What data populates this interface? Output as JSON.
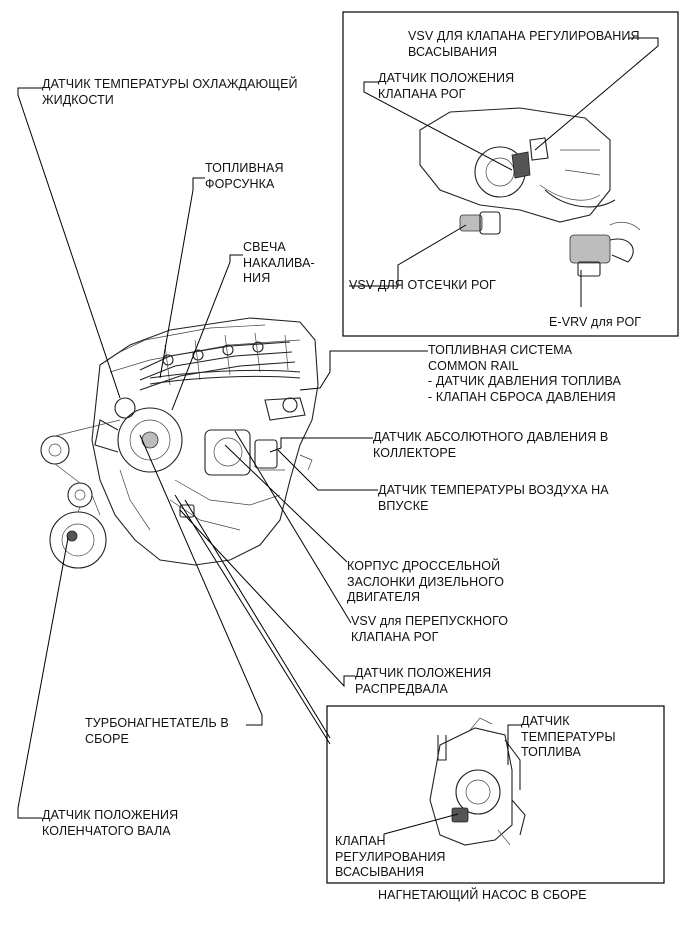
{
  "labels": {
    "coolant_temp_sensor": "ДАТЧИК ТЕМПЕРАТУРЫ ОХЛАЖДАЮЩЕЙ\nЖИДКОСТИ",
    "fuel_injector": "ТОПЛИВНАЯ\nФОРСУНКА",
    "glow_plug": "СВЕЧА\nНАКАЛИВА-\nНИЯ",
    "vsv_intake_valve": "VSV ДЛЯ КЛАПАНА РЕГУЛИРОВАНИЯ\nВСАСЫВАНИЯ",
    "egr_valve_position_sensor": "ДАТЧИК ПОЛОЖЕНИЯ\nКЛАПАНА РОГ",
    "vsv_egr_cutoff": "VSV ДЛЯ ОТСЕЧКИ РОГ",
    "evrv_egr": "E-VRV для РОГ",
    "common_rail": "ТОПЛИВНАЯ СИСТЕМА\nCOMMON RAIL\n- ДАТЧИК ДАВЛЕНИЯ ТОПЛИВА\n- КЛАПАН СБРОСА ДАВЛЕНИЯ",
    "map_sensor": "ДАТЧИК АБСОЛЮТНОГО ДАВЛЕНИЯ В\nКОЛЛЕКТОРЕ",
    "intake_air_temp_sensor": "ДАТЧИК ТЕМПЕРАТУРЫ ВОЗДУХА НА\nВПУСКЕ",
    "throttle_body": "КОРПУС ДРОССЕЛЬНОЙ\nЗАСЛОНКИ ДИЗЕЛЬНОГО\nДВИГАТЕЛЯ",
    "vsv_egr_bypass": "VSV для ПЕРЕПУСКНОГО\nКЛАПАНА РОГ",
    "camshaft_position_sensor": "ДАТЧИК ПОЛОЖЕНИЯ\nРАСПРЕДВАЛА",
    "turbocharger": "ТУРБОНАГНЕТАТЕЛЬ В\nСБОРЕ",
    "crankshaft_position_sensor": "ДАТЧИК ПОЛОЖЕНИЯ\nКОЛЕНЧАТОГО ВАЛА",
    "fuel_temp_sensor": "ДАТЧИК\nТЕМПЕРАТУРЫ\nТОПЛИВА",
    "suction_control_valve": "КЛАПАН\nРЕГУЛИРОВАНИЯ\nВСАСЫВАНИЯ",
    "supply_pump_assembly": "НАГНЕТАЮЩИЙ НАСОС В СБОРЕ"
  }
}
